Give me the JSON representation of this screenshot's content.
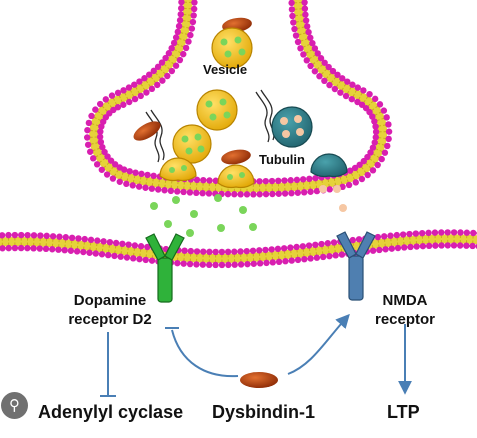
{
  "labels": {
    "vesicle": "Vesicle",
    "tubulin": "Tubulin",
    "dopamine_receptor": [
      "Dopamine",
      "receptor D2"
    ],
    "nmda_receptor": [
      "NMDA",
      "receptor"
    ],
    "adenylyl_cyclase": "Adenylyl cyclase",
    "dysbindin": "Dysbindin-1",
    "ltp": "LTP"
  },
  "colors": {
    "membrane_head": "#d81fb0",
    "membrane_tail": "#e6d23a",
    "vesicle": "#f2be12",
    "dopamine_dot": "#7ad55a",
    "nmda_vesicle": "#2f7f8a",
    "nmda_dot": "#f6c7a3",
    "dysbindin": "#b8400c",
    "d2_receptor": "#2fb23a",
    "nmda_receptor_color": "#4f7fb0",
    "arrow": "#4a7fb5",
    "tubulin": "#222222"
  },
  "icons": {
    "lens": "image-search-icon"
  }
}
